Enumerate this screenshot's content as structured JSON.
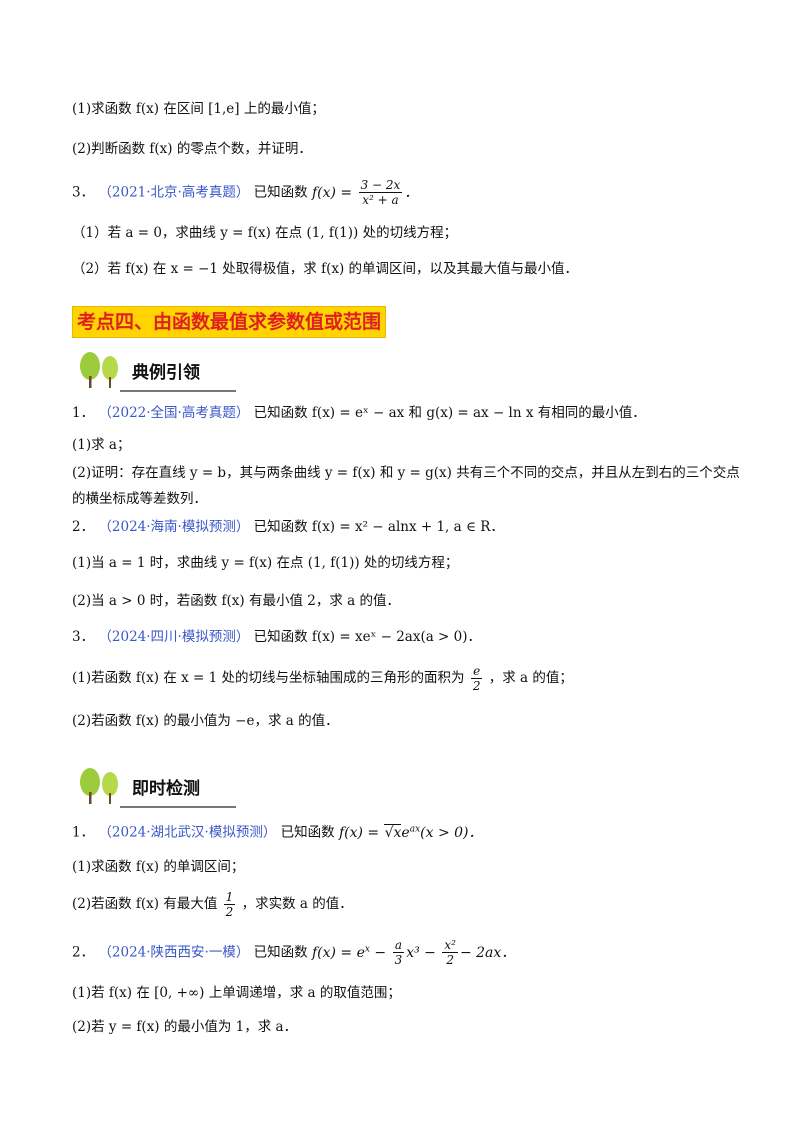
{
  "lines": {
    "l1": "(1)求函数 f(x) 在区间 [1,e] 上的最小值；",
    "l2": "(2)判断函数 f(x) 的零点个数，并证明．",
    "l3_num": "3．",
    "l3_src": "（2021·北京·高考真题）",
    "l3_text": "已知函数",
    "l4": "（1）若 a = 0，求曲线 y = f(x) 在点 (1, f(1)) 处的切线方程；",
    "l5": "（2）若 f(x) 在 x = −1 处取得极值，求 f(x) 的单调区间，以及其最大值与最小值．"
  },
  "banner": "考点四、由函数最值求参数值或范围",
  "section1": "典例引领",
  "section2": "即时检测",
  "ex": {
    "e1_num": "1．",
    "e1_src": "（2022·全国·高考真题）",
    "e1_text": "已知函数 f(x) = eˣ − ax 和 g(x) = ax − ln x 有相同的最小值．",
    "e1_p1": "(1)求 a；",
    "e1_p2": "(2)证明：存在直线 y = b，其与两条曲线 y = f(x) 和 y = g(x) 共有三个不同的交点，并且从左到右的三个交点的横坐标成等差数列．",
    "e2_num": "2．",
    "e2_src": "（2024·海南·模拟预测）",
    "e2_text": "已知函数 f(x) = x² − alnx + 1, a ∈ R．",
    "e2_p1": "(1)当 a = 1 时，求曲线 y = f(x) 在点 (1, f(1)) 处的切线方程；",
    "e2_p2": "(2)当 a > 0 时，若函数 f(x) 有最小值 2，求 a 的值．",
    "e3_num": "3．",
    "e3_src": "（2024·四川·模拟预测）",
    "e3_text": "已知函数 f(x) = xeˣ − 2ax(a > 0)．",
    "e3_p1a": "(1)若函数 f(x) 在 x = 1 处的切线与坐标轴围成的三角形的面积为",
    "e3_p1b": "，求 a 的值；",
    "e3_p2": "(2)若函数 f(x) 的最小值为 −e，求 a 的值．"
  },
  "test": {
    "t1_num": "1．",
    "t1_src": "（2024·湖北武汉·模拟预测）",
    "t1_text": "已知函数",
    "t1_p1": "(1)求函数 f(x) 的单调区间；",
    "t1_p2a": "(2)若函数 f(x) 有最大值",
    "t1_p2b": "，求实数 a 的值．",
    "t2_num": "2．",
    "t2_src": "（2024·陕西西安·一模）",
    "t2_text": "已知函数",
    "t2_p1": "(1)若 f(x) 在 [0, +∞) 上单调递增，求 a 的取值范围；",
    "t2_p2": "(2)若 y = f(x) 的最小值为 1，求 a．"
  }
}
